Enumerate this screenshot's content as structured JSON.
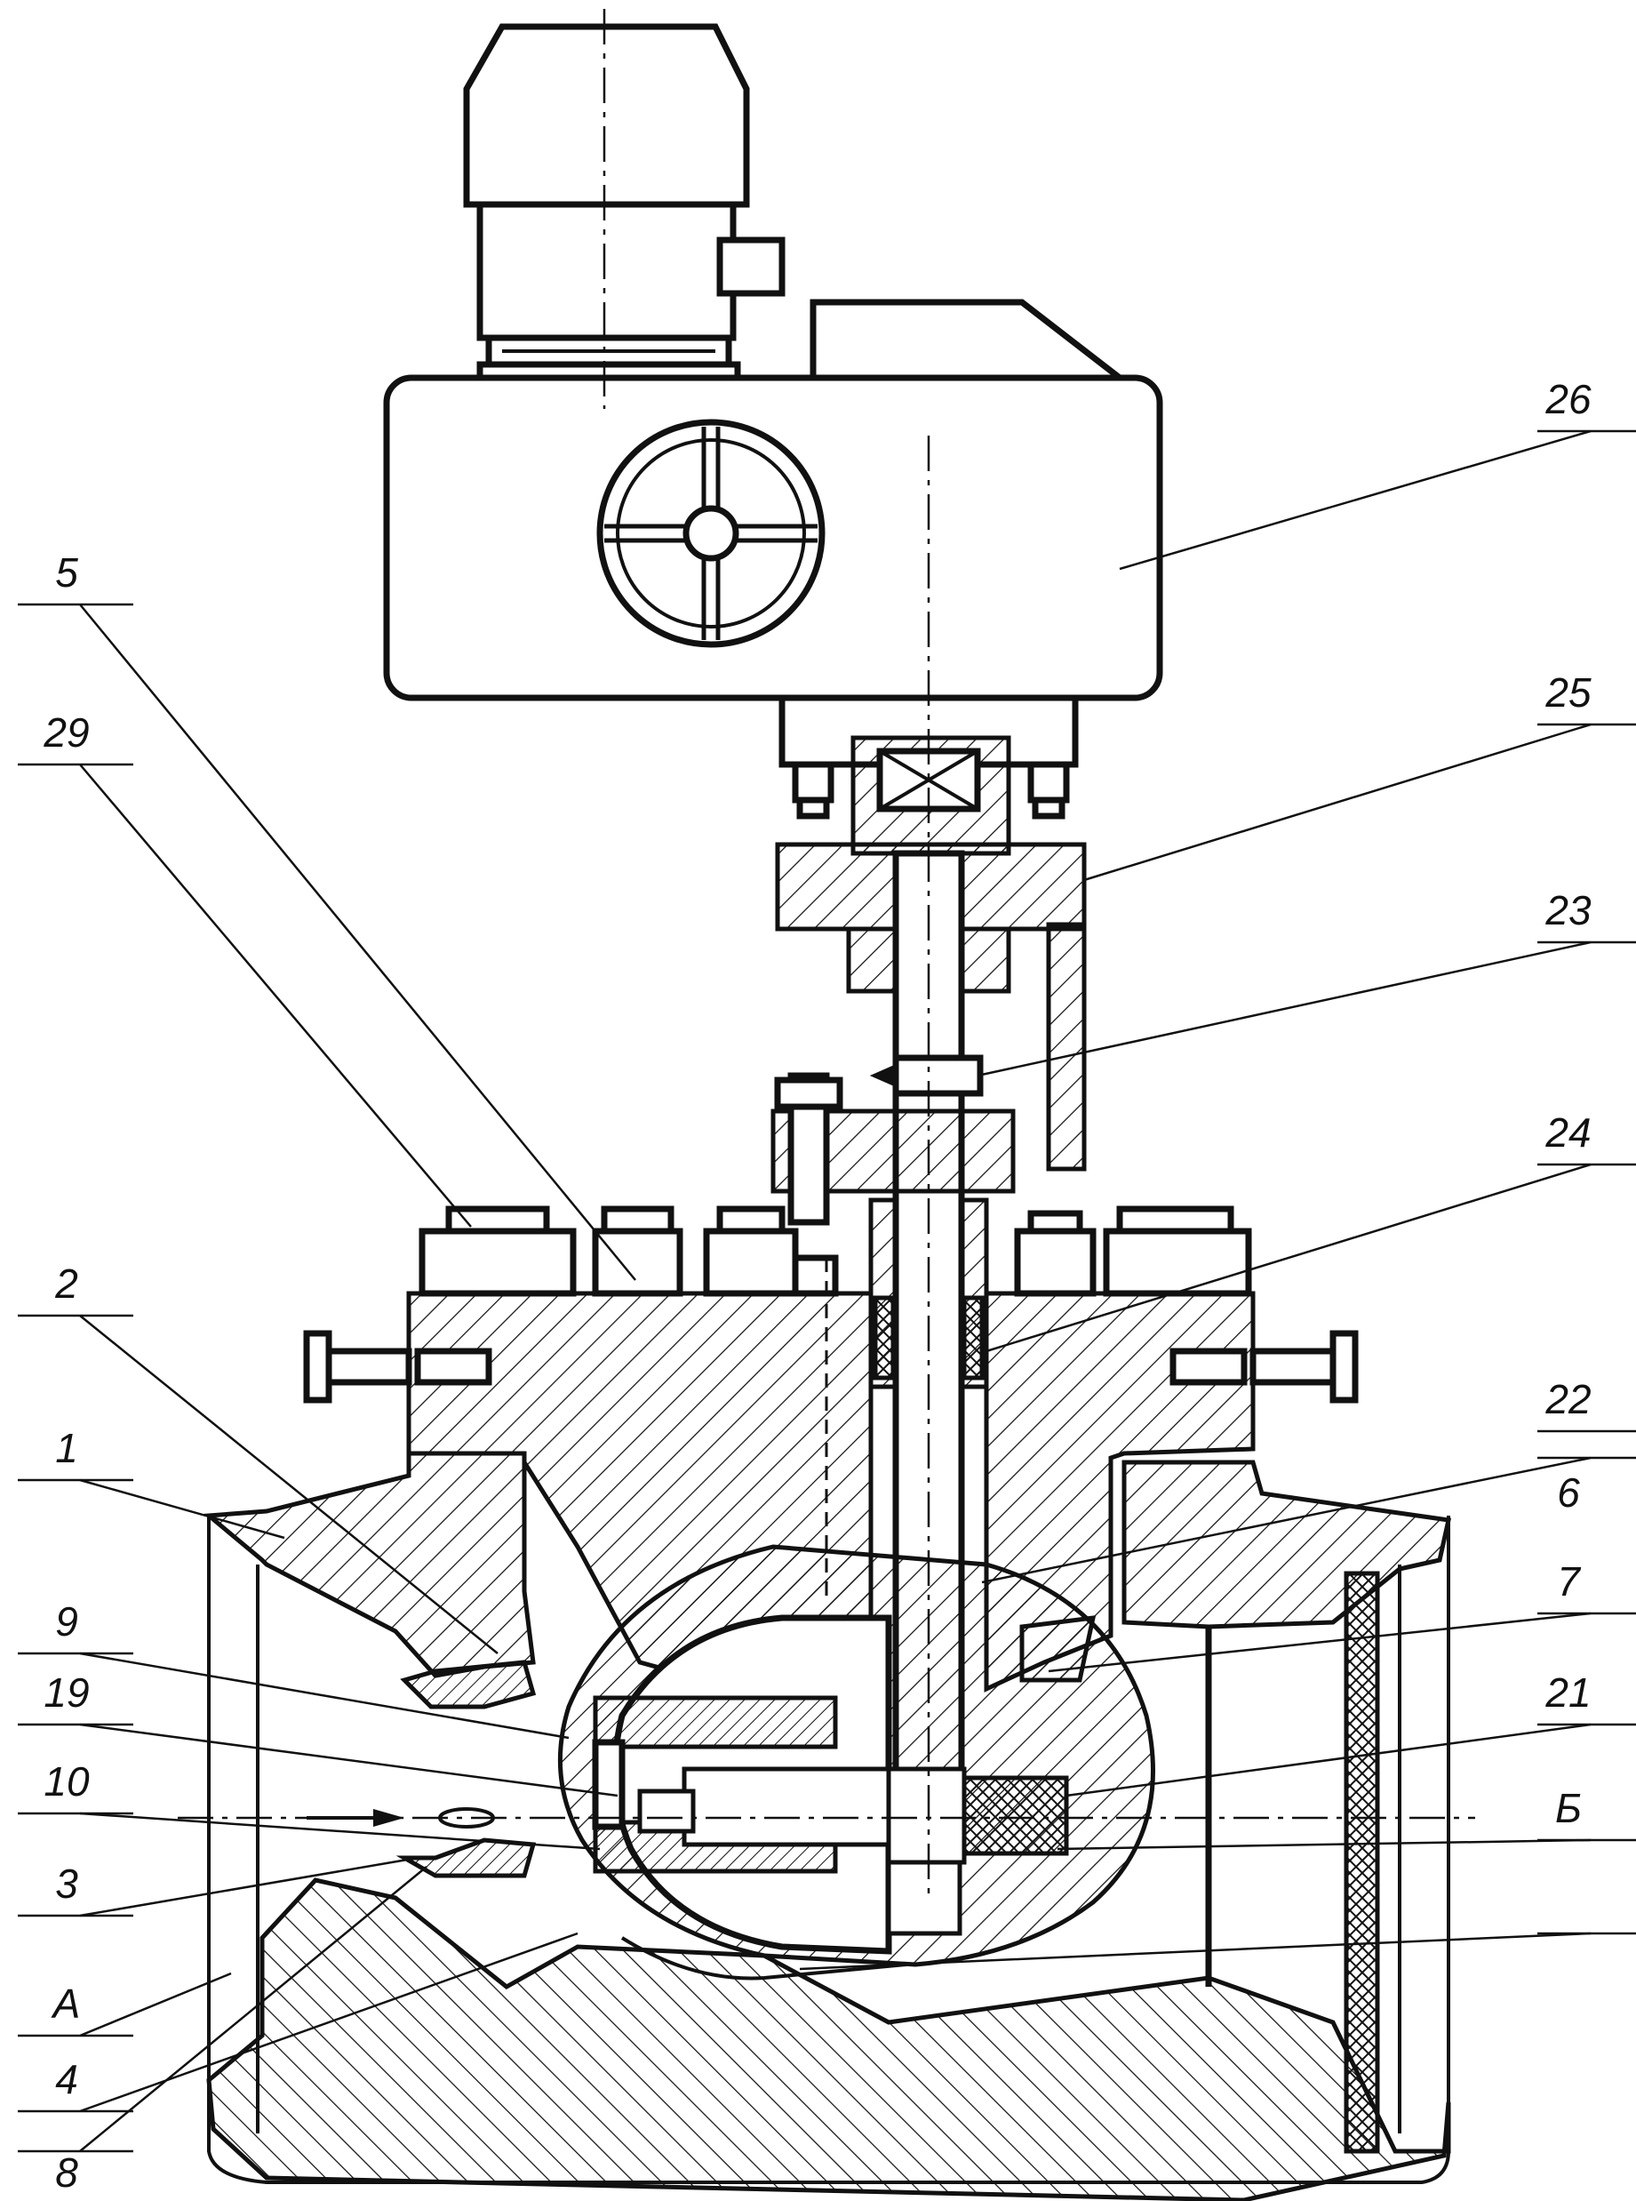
{
  "colors": {
    "ink": "#111111",
    "paper": "#ffffff"
  },
  "callouts": [
    {
      "id": "26",
      "label": "26"
    },
    {
      "id": "25",
      "label": "25"
    },
    {
      "id": "23",
      "label": "23"
    },
    {
      "id": "24",
      "label": "24"
    },
    {
      "id": "22",
      "label": "22"
    },
    {
      "id": "6",
      "label": "6"
    },
    {
      "id": "7",
      "label": "7"
    },
    {
      "id": "21",
      "label": "21"
    },
    {
      "id": "B",
      "label": "Б"
    },
    {
      "id": "5",
      "label": "5"
    },
    {
      "id": "29",
      "label": "29"
    },
    {
      "id": "2",
      "label": "2"
    },
    {
      "id": "1",
      "label": "1"
    },
    {
      "id": "9",
      "label": "9"
    },
    {
      "id": "19",
      "label": "19"
    },
    {
      "id": "10",
      "label": "10"
    },
    {
      "id": "3",
      "label": "3"
    },
    {
      "id": "A",
      "label": "А"
    },
    {
      "id": "4",
      "label": "4"
    },
    {
      "id": "8",
      "label": "8"
    }
  ]
}
